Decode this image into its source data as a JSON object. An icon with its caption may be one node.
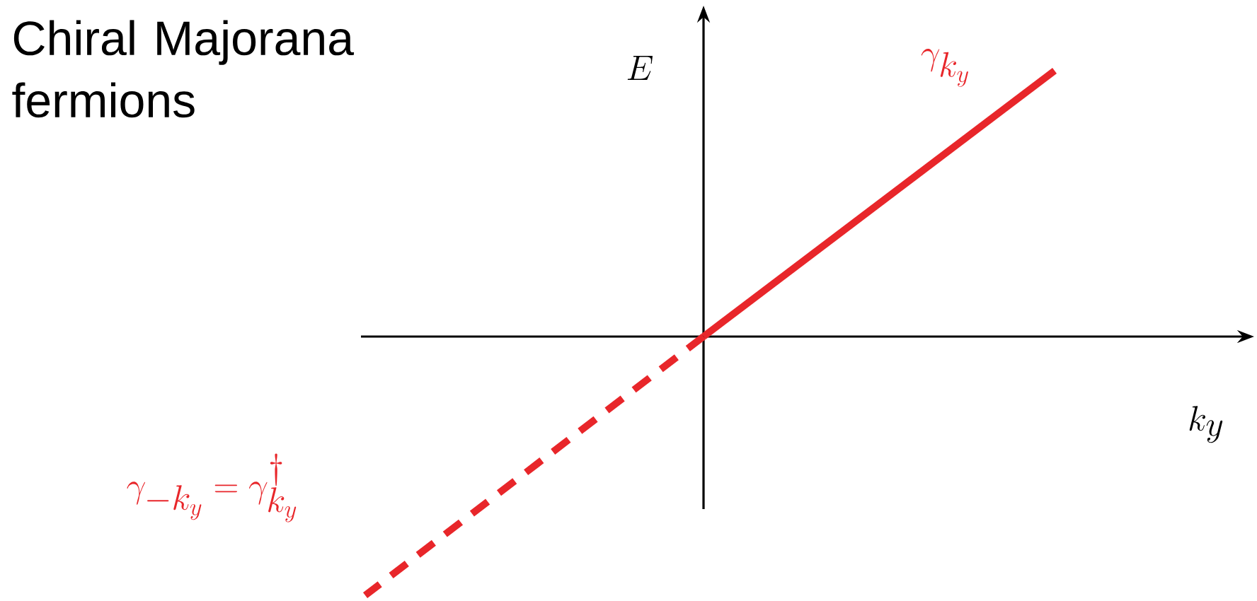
{
  "diagram": {
    "title": "Chiral Majorana fermions",
    "labels": [
      "E",
      "\\gamma_{k_y}",
      "k_y",
      "\\gamma_{-k_y} = \\gamma_{k_y}^{\\dagger}"
    ]
  }
}
